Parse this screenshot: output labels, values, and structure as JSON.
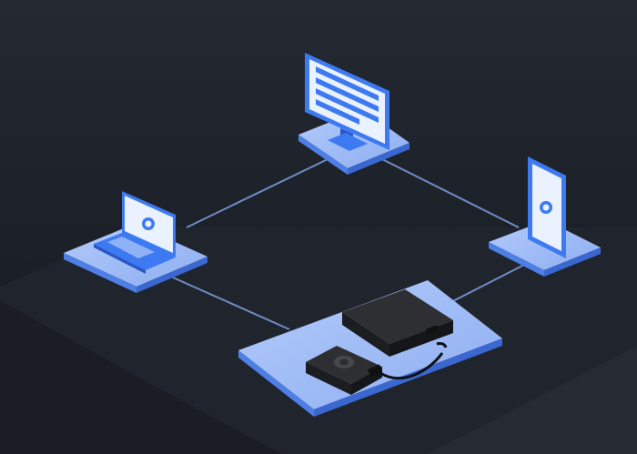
{
  "colors": {
    "background_top": "#232831",
    "background_bottom": "#161920",
    "floor_top": "#262b34",
    "floor_side": "#1c2028",
    "platform_top": "#9ebcf6",
    "platform_edge": "#5f8ef0",
    "platform_side": "#3f6fd8",
    "connector": "#6f8fd6",
    "device_blue": "#3d7af2",
    "device_dark": "#2a56c8",
    "screen_light": "#eaf1ff",
    "hardware_black": "#222326",
    "hardware_top": "#2f3034"
  },
  "nodes": [
    {
      "name": "desktop-monitor",
      "icon": "monitor-icon"
    },
    {
      "name": "smartphone",
      "icon": "phone-icon"
    },
    {
      "name": "laptop",
      "icon": "laptop-icon"
    },
    {
      "name": "hub",
      "icon": "router-icon"
    }
  ]
}
